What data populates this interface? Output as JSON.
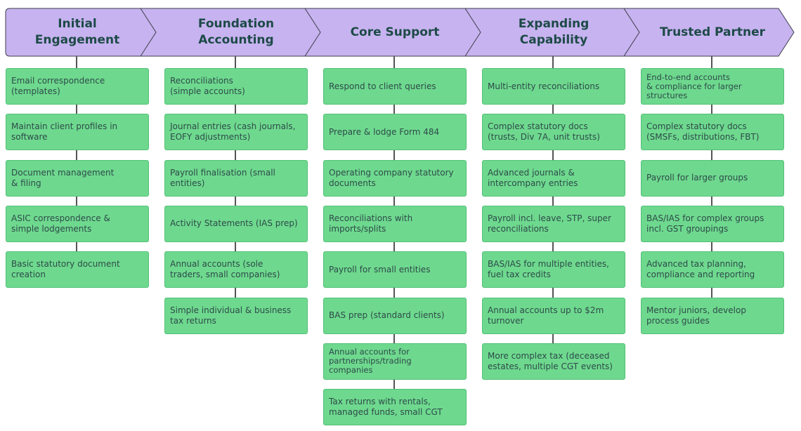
{
  "colors": {
    "stage_fill": "#c7b3f0",
    "stage_border": "#3d3d4a",
    "stage_text": "#1d4a47",
    "card_fill": "#6ed98e",
    "card_text": "#2e4a4a",
    "connector": "#555555"
  },
  "stages": [
    {
      "title": "Initial\nEngagement",
      "items": [
        "Email correspondence\n(templates)",
        "Maintain client profiles in\nsoftware",
        "Document management\n& filing",
        "ASIC correspondence &\nsimple lodgements",
        "Basic statutory document\ncreation"
      ]
    },
    {
      "title": "Foundation\nAccounting",
      "items": [
        "Reconciliations\n(simple accounts)",
        "Journal entries (cash journals,\nEOFY adjustments)",
        "Payroll finalisation (small\nentities)",
        "Activity Statements (IAS prep)",
        "Annual accounts (sole\ntraders, small companies)",
        "Simple individual & business\ntax returns"
      ]
    },
    {
      "title": "Core Support",
      "items": [
        "Respond to client queries",
        "Prepare & lodge Form 484",
        "Operating company statutory\ndocuments",
        "Reconciliations with\nimports/splits",
        "Payroll for small entities",
        "BAS prep (standard clients)",
        "Annual accounts for\npartnerships/trading\ncompanies",
        "Tax returns with rentals,\nmanaged funds, small CGT"
      ]
    },
    {
      "title": "Expanding\nCapability",
      "items": [
        "Multi-entity reconciliations",
        "Complex statutory docs\n(trusts, Div 7A, unit trusts)",
        "Advanced journals &\nintercompany entries",
        "Payroll incl. leave, STP, super\nreconciliations",
        "BAS/IAS for multiple entities,\nfuel tax credits",
        "Annual accounts up to $2m\nturnover",
        "More complex tax (deceased\nestates, multiple CGT events)"
      ]
    },
    {
      "title": "Trusted Partner",
      "items": [
        "End-to-end accounts\n& compliance for larger\nstructures",
        "Complex statutory docs\n(SMSFs, distributions, FBT)",
        "Payroll for larger groups",
        "BAS/IAS for complex groups\nincl. GST groupings",
        "Advanced tax planning,\ncompliance  and reporting",
        "Mentor juniors, develop\nprocess guides"
      ]
    }
  ]
}
